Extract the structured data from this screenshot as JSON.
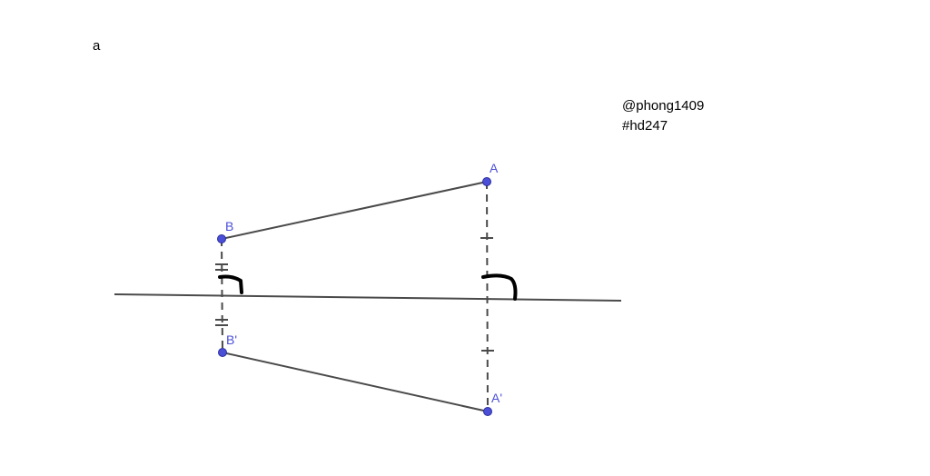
{
  "corner_label": "a",
  "watermark": {
    "line1": "@phong1409",
    "line2": "#hd247"
  },
  "colors": {
    "point": "#4b4fd8",
    "label": "#4b4fd8",
    "segment": "#4a4a4a",
    "mark": "#000000"
  },
  "points": {
    "A": "A",
    "B": "B",
    "A_prime": "A'",
    "B_prime": "B'"
  }
}
